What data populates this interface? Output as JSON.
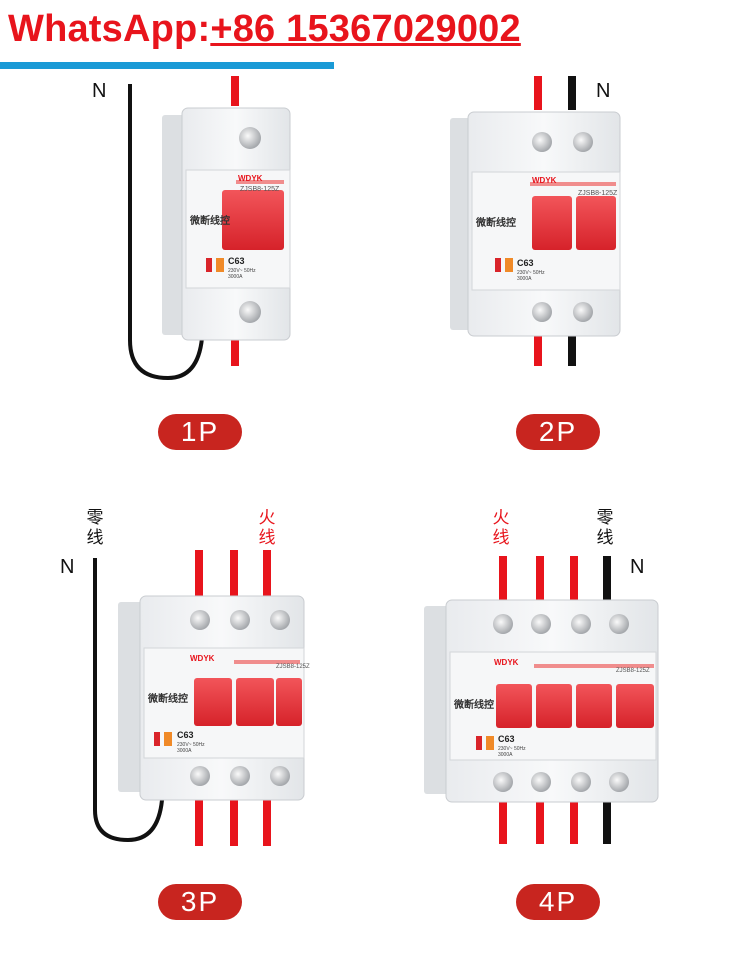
{
  "header": {
    "prefix": "WhatsApp:",
    "phone": "+86 15367029002"
  },
  "colors": {
    "header_red": "#e8141c",
    "blue_bar": "#1a9ad6",
    "pill_red": "#c8251f",
    "phase_red": "#e8141c",
    "neutral_black": "#111111"
  },
  "labels": {
    "neutral": "N",
    "neutral_cn": "零线",
    "live_cn": "火线"
  },
  "panels": [
    {
      "pill": "1P",
      "module": {
        "brand": "WDYK",
        "model": "ZJSB8-125Z",
        "rating": "C63",
        "specs": "230V~ 50Hz 3000A",
        "brand_cn": "微断线控"
      }
    },
    {
      "pill": "2P",
      "module": {
        "brand": "WDYK",
        "model": "ZJSB8-125Z",
        "rating": "C63",
        "specs": "230V~ 50Hz 3000A",
        "brand_cn": "微断线控"
      }
    },
    {
      "pill": "3P",
      "module": {
        "brand": "WDYK",
        "model": "ZJSB8-125Z",
        "rating": "C63",
        "specs": "230V~ 50Hz 3000A",
        "brand_cn": "微断线控"
      }
    },
    {
      "pill": "4P",
      "module": {
        "brand": "WDYK",
        "model": "ZJSB8-125Z",
        "rating": "C63",
        "specs": "230V~ 50Hz 3000A",
        "brand_cn": "微断线控"
      }
    }
  ]
}
